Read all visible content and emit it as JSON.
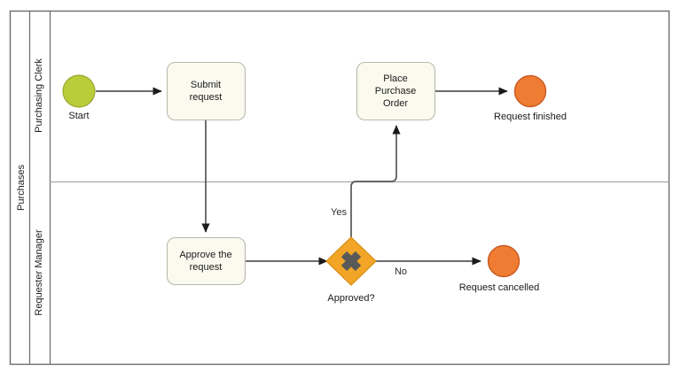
{
  "diagram": {
    "type": "bpmn-process-diagram",
    "pool": {
      "name": "Purchases",
      "lanes": [
        {
          "id": "lane-purchasing-clerk",
          "name": "Purchasing Clerk"
        },
        {
          "id": "lane-requester-manager",
          "name": "Requester Manager"
        }
      ]
    },
    "nodes": {
      "start_event": {
        "label": "Start",
        "kind": "start-event",
        "lane": "Purchasing Clerk",
        "color": "#b9cc3a"
      },
      "submit_request": {
        "label": "Submit request",
        "label_line_1": "Submit",
        "label_line_2": "request",
        "kind": "task",
        "lane": "Purchasing Clerk",
        "color": "#fbfaef"
      },
      "place_purchase_order": {
        "label": "Place Purchase Order",
        "label_line_1": "Place",
        "label_line_2": "Purchase",
        "label_line_3": "Order",
        "kind": "task",
        "lane": "Purchasing Clerk",
        "color": "#fbfaef"
      },
      "request_finished": {
        "label": "Request finished",
        "kind": "end-event",
        "lane": "Purchasing Clerk",
        "color": "#ef7c32"
      },
      "approve_the_request": {
        "label": "Approve the request",
        "label_line_1": "Approve the",
        "label_line_2": "request",
        "kind": "task",
        "lane": "Requester Manager",
        "color": "#fbfaef"
      },
      "approved_gateway": {
        "label": "Approved?",
        "kind": "exclusive-gateway",
        "lane": "Requester Manager",
        "color": "#f2a526"
      },
      "request_cancelled": {
        "label": "Request cancelled",
        "kind": "end-event",
        "lane": "Requester Manager",
        "color": "#ef7c32"
      }
    },
    "flows": [
      {
        "id": "flow-start-to-submit",
        "label": "",
        "from": "Start",
        "to": "Submit request"
      },
      {
        "id": "flow-submit-to-approve",
        "label": "",
        "from": "Submit request",
        "to": "Approve the request"
      },
      {
        "id": "flow-approve-to-gateway",
        "label": "",
        "from": "Approve the request",
        "to": "Approved?"
      },
      {
        "id": "flow-gateway-yes",
        "label": "Yes",
        "from": "Approved?",
        "to": "Place Purchase Order"
      },
      {
        "id": "flow-gateway-no",
        "label": "No",
        "from": "Approved?",
        "to": "Request cancelled"
      },
      {
        "id": "flow-ppo-to-finished",
        "label": "",
        "from": "Place Purchase Order",
        "to": "Request finished"
      }
    ],
    "colors": {
      "start_fill": "#b9cc3a",
      "end_fill": "#ef7c32",
      "gateway_fill": "#f2a526",
      "task_fill": "#fbfaef",
      "task_stroke": "#b9b9ae",
      "flow_stroke": "#575757",
      "pool_stroke": "#6b6b6b",
      "background": "#ffffff"
    }
  }
}
